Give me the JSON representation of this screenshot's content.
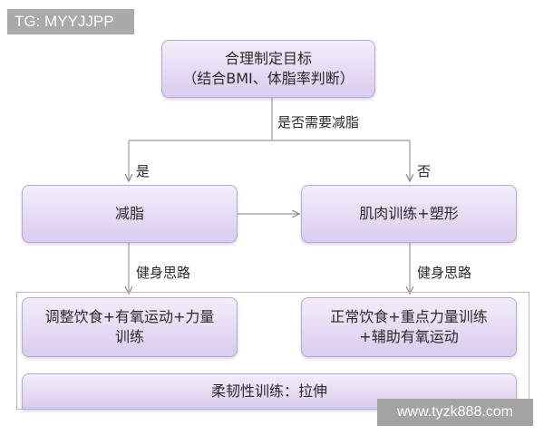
{
  "watermark": "TG: MYYJJPP",
  "site_badge": "www.tyzk888.com",
  "nodes": {
    "goal_line1": "合理制定目标",
    "goal_line2": "（结合BMI、体脂率判断）",
    "fat_loss": "减脂",
    "muscle": "肌肉训练+塑形",
    "fat_loss_plan": "调整饮食+有氧运动+力量训练",
    "muscle_plan": "正常饮食+重点力量训练+辅助有氧运动",
    "flexibility": "柔韧性训练：拉伸"
  },
  "labels": {
    "decision": "是否需要减脂",
    "yes": "是",
    "no": "否",
    "approach_left": "健身思路",
    "approach_right": "健身思路"
  }
}
